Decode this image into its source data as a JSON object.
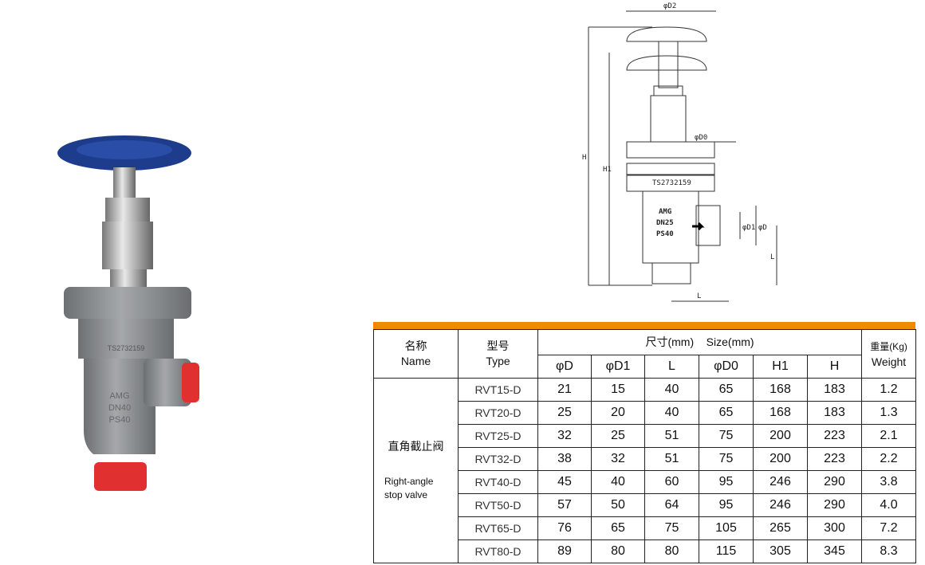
{
  "drawing": {
    "labels": {
      "d2": "φD2",
      "d0": "φD0",
      "h": "H",
      "h1": "H1",
      "d1": "φD1",
      "d": "φD",
      "l": "L",
      "l2": "L"
    },
    "marking": {
      "serial": "TS2732159",
      "brand": "AMG",
      "dn": "DN25",
      "ps": "PS40"
    }
  },
  "photo": {
    "marking": {
      "serial": "TS2732159",
      "brand": "AMG",
      "dn": "DN40",
      "ps": "PS40"
    }
  },
  "colors": {
    "header_bar": "#f08a00",
    "handwheel": "#1e3c8c",
    "caps": "#e03030",
    "body": "#8a8d90"
  },
  "table": {
    "name_cn": "名称",
    "name_en": "Name",
    "type_cn": "型号",
    "type_en": "Type",
    "size_header": "尺寸(mm)    Size(mm)",
    "weight_cn": "重量(Kg)",
    "weight_en": "Weight",
    "columns": [
      "φD",
      "φD1",
      "L",
      "φD0",
      "H1",
      "H"
    ],
    "product_cn": "直角截止阀",
    "product_en_1": "Right-angle",
    "product_en_2": "stop valve",
    "rows": [
      {
        "type": "RVT15-D",
        "d": "21",
        "d1": "15",
        "l": "40",
        "d0": "65",
        "h1": "168",
        "h": "183",
        "w": "1.2"
      },
      {
        "type": "RVT20-D",
        "d": "25",
        "d1": "20",
        "l": "40",
        "d0": "65",
        "h1": "168",
        "h": "183",
        "w": "1.3"
      },
      {
        "type": "RVT25-D",
        "d": "32",
        "d1": "25",
        "l": "51",
        "d0": "75",
        "h1": "200",
        "h": "223",
        "w": "2.1"
      },
      {
        "type": "RVT32-D",
        "d": "38",
        "d1": "32",
        "l": "51",
        "d0": "75",
        "h1": "200",
        "h": "223",
        "w": "2.2"
      },
      {
        "type": "RVT40-D",
        "d": "45",
        "d1": "40",
        "l": "60",
        "d0": "95",
        "h1": "246",
        "h": "290",
        "w": "3.8"
      },
      {
        "type": "RVT50-D",
        "d": "57",
        "d1": "50",
        "l": "64",
        "d0": "95",
        "h1": "246",
        "h": "290",
        "w": "4.0"
      },
      {
        "type": "RVT65-D",
        "d": "76",
        "d1": "65",
        "l": "75",
        "d0": "105",
        "h1": "265",
        "h": "300",
        "w": "7.2"
      },
      {
        "type": "RVT80-D",
        "d": "89",
        "d1": "80",
        "l": "80",
        "d0": "115",
        "h1": "305",
        "h": "345",
        "w": "8.3"
      }
    ]
  }
}
